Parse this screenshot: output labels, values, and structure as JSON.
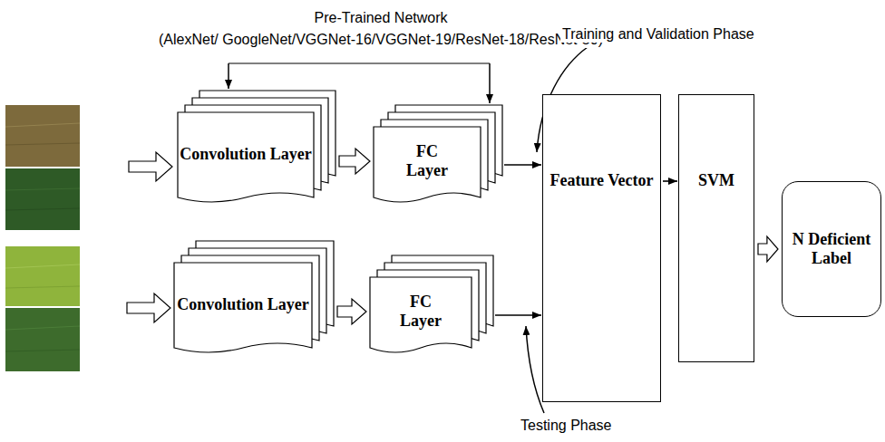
{
  "diagram": {
    "nodes": [
      {
        "text": [
          "Convolution Layer"
        ]
      },
      {
        "text": [
          "FC Layer"
        ]
      },
      {
        "text": [
          "Convolution Layer"
        ]
      },
      {
        "text": [
          "FC Layer"
        ]
      },
      {
        "text": [
          "Feature Vector"
        ]
      },
      {
        "text": [
          "SVM"
        ]
      },
      {
        "text": [
          "N Deficient Label"
        ]
      }
    ],
    "edges": [
      {
        "from": 0,
        "to": 1,
        "arrow": "to"
      },
      {
        "from": 1,
        "to": 4,
        "arrow": "to"
      },
      {
        "from": 2,
        "to": 3,
        "arrow": "to"
      },
      {
        "from": 3,
        "to": 4,
        "arrow": "to"
      },
      {
        "from": 4,
        "to": 5,
        "arrow": "to"
      },
      {
        "from": 5,
        "to": 6,
        "arrow": "to"
      }
    ],
    "labels": [
      "Pre-Trained Network",
      "(AlexNet/ GoogleNet/VGGNet-16/VGGNet-19/ResNet-18/ResNet-50)",
      "Training and Validation Phase",
      "Testing Phase"
    ]
  }
}
